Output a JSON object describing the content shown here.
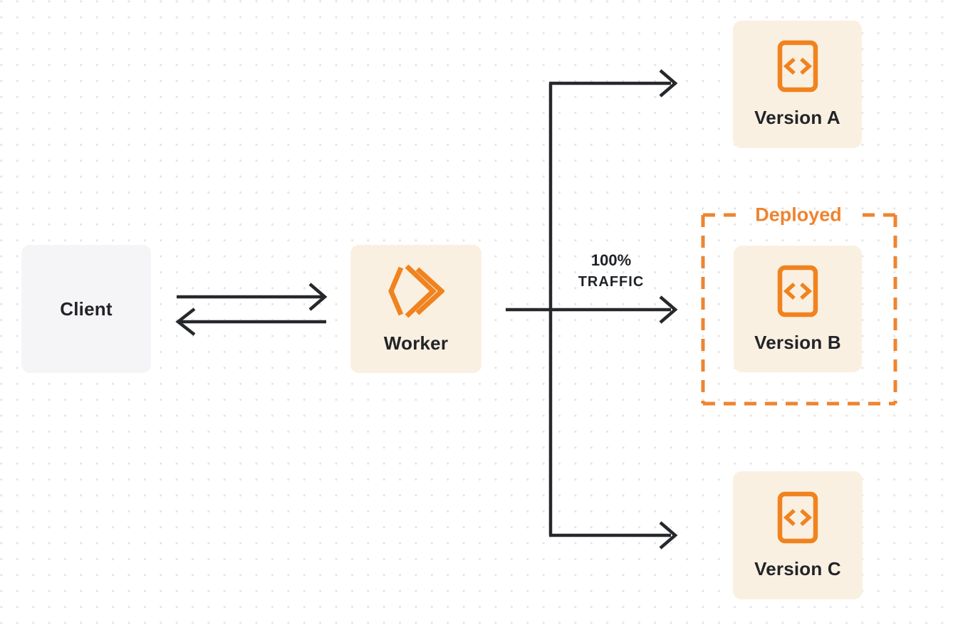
{
  "diagram": {
    "title": "worker-traffic-routing-diagram",
    "nodes": {
      "client": {
        "label": "Client"
      },
      "worker": {
        "label": "Worker"
      },
      "version_a": {
        "label": "Version A"
      },
      "version_b": {
        "label": "Version B"
      },
      "version_c": {
        "label": "Version C"
      }
    },
    "annotations": {
      "deployed": {
        "label": "Deployed"
      },
      "traffic": {
        "line1": "100%",
        "line2": "TRAFFIC"
      }
    },
    "edges": [
      {
        "from": "client",
        "to": "worker",
        "style": "solid-arrow"
      },
      {
        "from": "worker",
        "to": "client",
        "style": "solid-arrow"
      },
      {
        "from": "worker",
        "to": "version_a",
        "style": "solid-arrow"
      },
      {
        "from": "worker",
        "to": "version_b",
        "style": "solid-arrow",
        "label": "100% TRAFFIC"
      },
      {
        "from": "worker",
        "to": "version_c",
        "style": "solid-arrow"
      }
    ],
    "colors": {
      "orange": "#ee8431",
      "icon_orange": "#f0831f",
      "ink": "#26282c",
      "cream_box": "#faf0e2",
      "gray_box": "#f5f5f7",
      "dot_grid": "#e4e4e7",
      "background": "#ffffff"
    }
  }
}
